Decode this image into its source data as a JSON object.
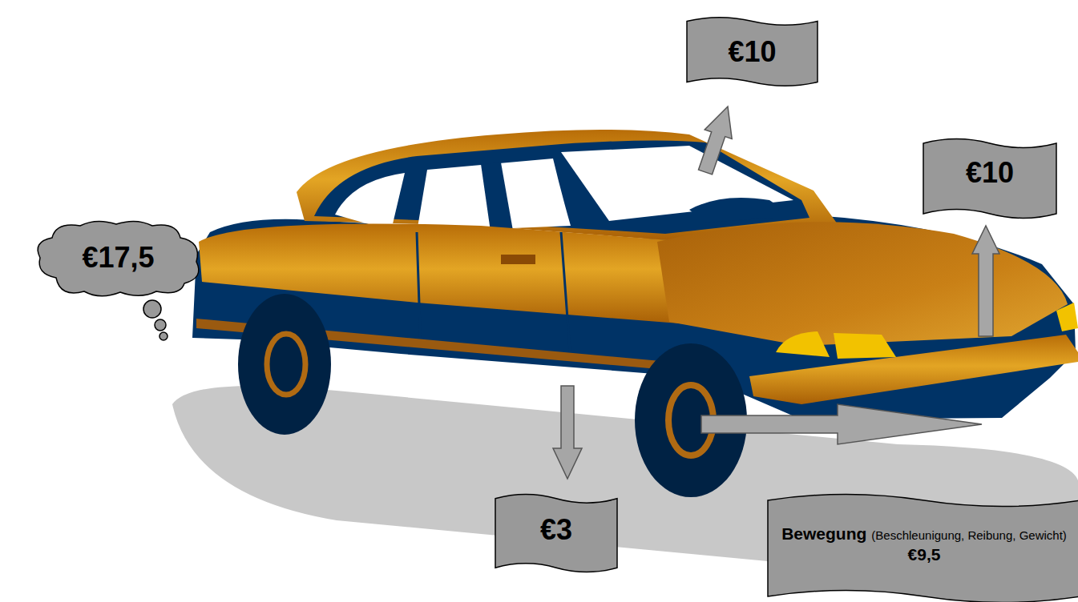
{
  "diagram": {
    "nodes": [
      {
        "text": [
          "€10"
        ]
      },
      {
        "text": [
          "€10"
        ]
      },
      {
        "text": [
          "€17,5"
        ]
      },
      {
        "text": [
          "€3"
        ]
      },
      {
        "text": [
          "Bewegung",
          "(Beschleunigung, Reibung, Gewicht)",
          "€9,5"
        ]
      }
    ]
  }
}
